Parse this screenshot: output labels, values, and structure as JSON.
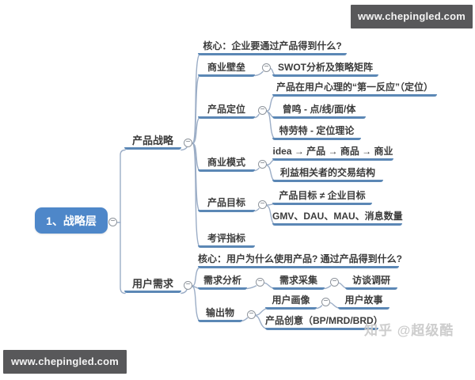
{
  "watermarks": {
    "top_right": "www.chepingled.com",
    "bottom_left": "www.chepingled.com",
    "credit": "知乎 @超级酷"
  },
  "icons": {
    "collapse_minus": "−"
  },
  "colors": {
    "root_fill": "#4e87c9",
    "node_line": "#5b87b5",
    "connector": "#9badc6",
    "text": "#3b3b3b",
    "watermark_bg": "#58585a",
    "credit_gray": "#c9c9c9"
  },
  "map": {
    "root": "1、战略层",
    "branch1": {
      "label": "产品战略",
      "core": "核心：企业要通过产品得到什么?",
      "items": [
        {
          "label": "商业壁垒",
          "children": [
            "SWOT分析及策略矩阵"
          ]
        },
        {
          "label": "产品定位",
          "children": [
            "产品在用户心理的“第一反应”（定位）",
            "曾鸣 - 点/线/面/体",
            "特劳特 - 定位理论"
          ]
        },
        {
          "label": "商业模式",
          "children": [
            "idea → 产品 → 商品 → 商业",
            "利益相关者的交易结构"
          ]
        },
        {
          "label": "产品目标",
          "children": [
            "产品目标 ≠ 企业目标",
            "GMV、DAU、MAU、消息数量"
          ]
        },
        {
          "label": "考评指标",
          "children": []
        }
      ]
    },
    "branch2": {
      "label": "用户需求",
      "core": "核心：用户为什么使用产品? 通过产品得到什么?",
      "items": [
        {
          "label": "需求分析",
          "children": [
            {
              "label": "需求采集",
              "children": [
                "访谈调研"
              ]
            }
          ]
        },
        {
          "label": "输出物",
          "children": [
            {
              "label": "用户画像",
              "children": [
                "用户故事"
              ]
            },
            {
              "label": "产品创意（BP/MRD/BRD）"
            }
          ]
        }
      ]
    }
  }
}
